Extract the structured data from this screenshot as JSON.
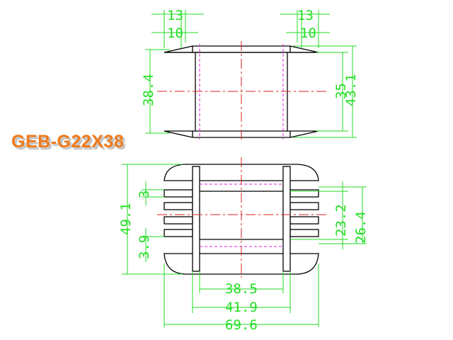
{
  "model": "GEB-G22X38",
  "top_view": {
    "flange_width_left": "13",
    "flange_width_right": "13",
    "tab_width_left": "10",
    "tab_width_right": "10",
    "inner_height": "38.4",
    "core_height": "35",
    "overall_height": "43.1"
  },
  "front_view": {
    "overall_height": "49.1",
    "slot_width": "3",
    "slot_pitch": "3.9",
    "window_height": "23.2",
    "window_outer_height": "26.4",
    "inner_length": "38.5",
    "middle_length": "41.9",
    "overall_length": "69.6"
  },
  "colors": {
    "dimension": "#22dd22",
    "outline": "#000000",
    "center_line": "#dd2222",
    "hidden_line": "#dd22dd",
    "title": "#f07a1a"
  }
}
